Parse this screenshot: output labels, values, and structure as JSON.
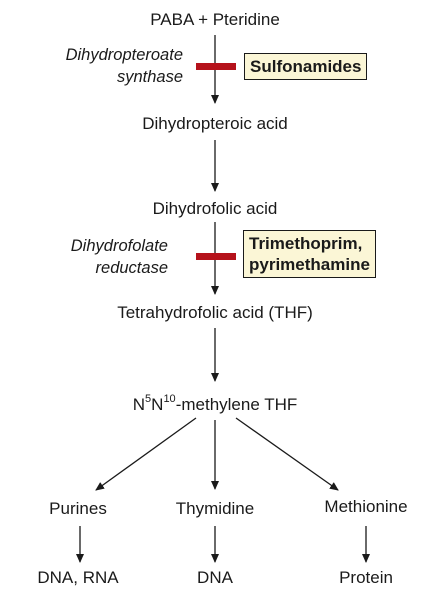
{
  "nodes": {
    "paba": "PABA + Pteridine",
    "dihydropteroic": "Dihydropteroic acid",
    "dihydrofolic": "Dihydrofolic acid",
    "thf": "Tetrahydrofolic acid (THF)",
    "methylene_n1": "N",
    "methylene_s1": "5",
    "methylene_n2": "N",
    "methylene_s2": "10",
    "methylene_rest": "-methylene THF",
    "purines": "Purines",
    "thymidine": "Thymidine",
    "methionine": "Methionine",
    "dna_rna": "DNA, RNA",
    "dna": "DNA",
    "protein": "Protein"
  },
  "enzymes": {
    "e1_line1": "Dihydropteroate",
    "e1_line2": "synthase",
    "e2_line1": "Dihydrofolate",
    "e2_line2": "reductase"
  },
  "inhibitors": {
    "d1": "Sulfonamides",
    "d2_line1": "Trimethoprim,",
    "d2_line2": "pyrimethamine"
  },
  "colors": {
    "block": "#b5121b",
    "drug_box": "#fbf6d6"
  }
}
